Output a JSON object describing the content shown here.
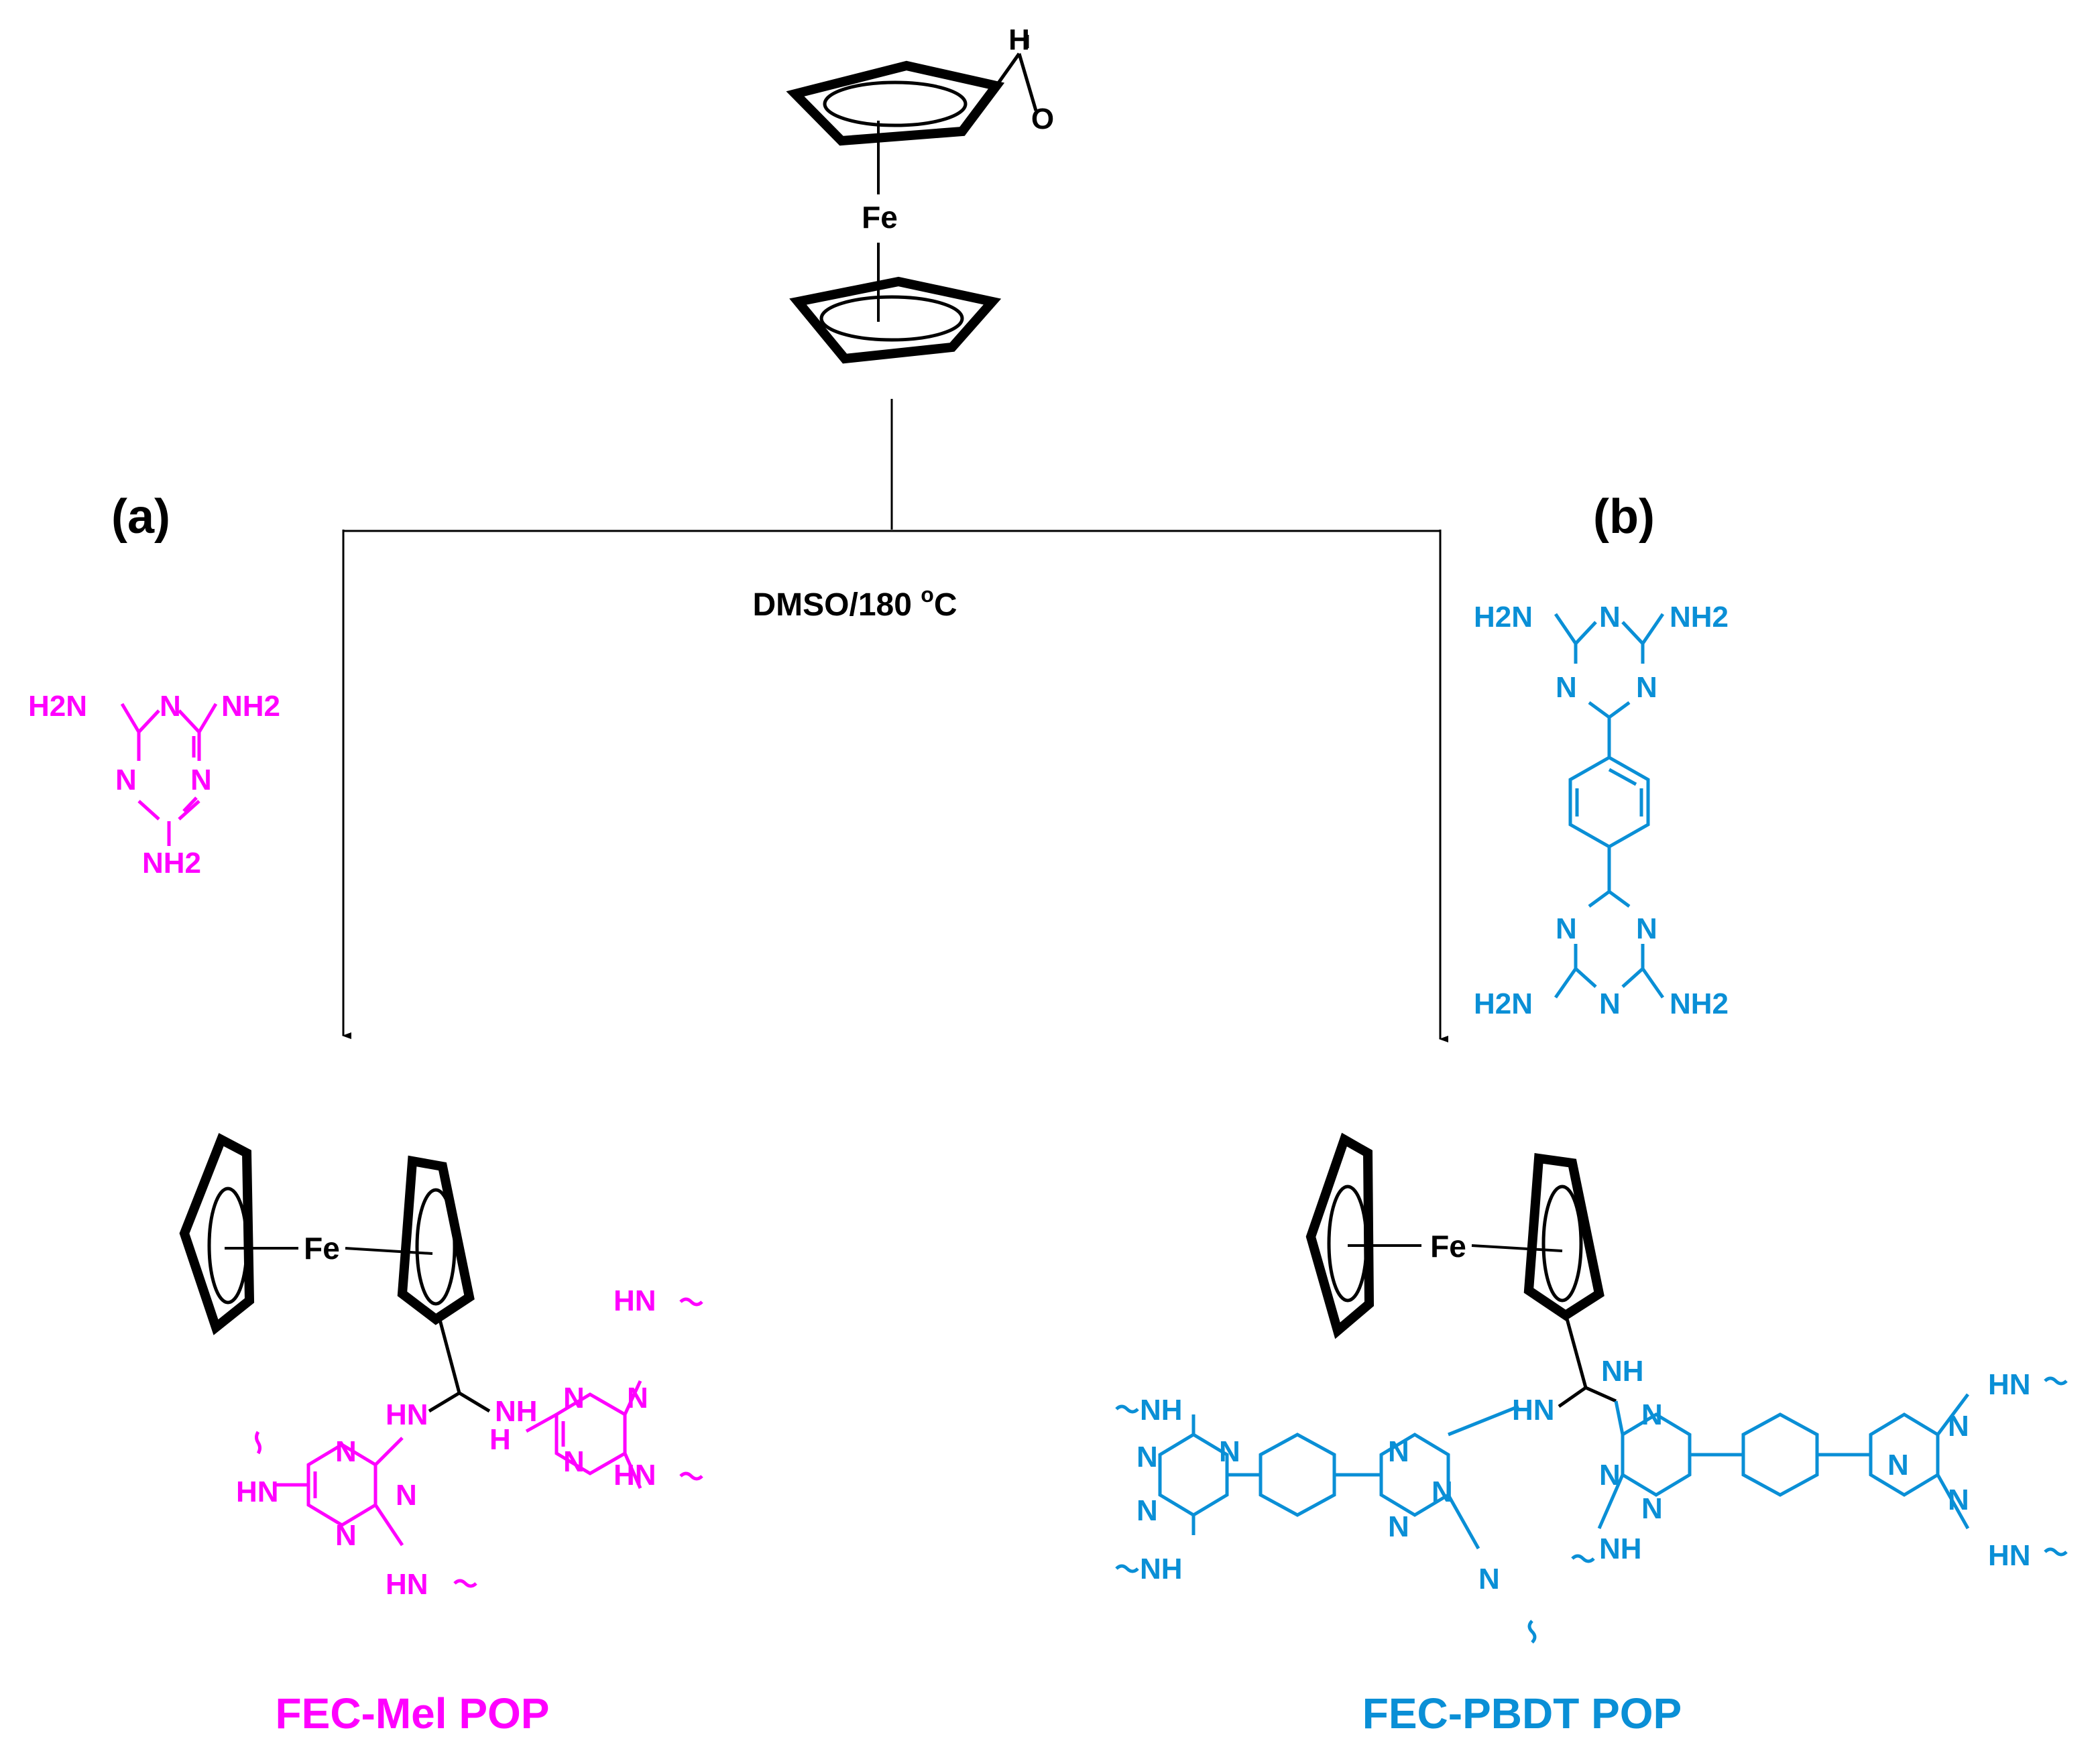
{
  "colors": {
    "ink": "#000000",
    "melamine": "#ff00ff",
    "pbdt": "#0a8fd6"
  },
  "reactant": {
    "aldehyde_h": "H",
    "aldehyde_o": "O",
    "iron": "Fe"
  },
  "labels": {
    "panel_a": "(a)",
    "panel_b": "(b)",
    "conditions_main": "DMSO/180 ",
    "conditions_sup": "o",
    "conditions_tail": "C"
  },
  "melamine": {
    "nh2_left": "H2N",
    "nh2_right": "NH2",
    "nh2_bottom": "NH2",
    "ring_n": "N"
  },
  "pbdt": {
    "nh2": "NH2",
    "h2n": "H2N",
    "ring_n": "N"
  },
  "product_a": {
    "iron": "Fe",
    "hn": "HN",
    "nh": "NH",
    "n": "N",
    "h": "H",
    "name": "FEC-Mel POP"
  },
  "product_b": {
    "iron": "Fe",
    "hn": "HN",
    "nh": "NH",
    "n": "N",
    "name": "FEC-PBDT POP"
  }
}
